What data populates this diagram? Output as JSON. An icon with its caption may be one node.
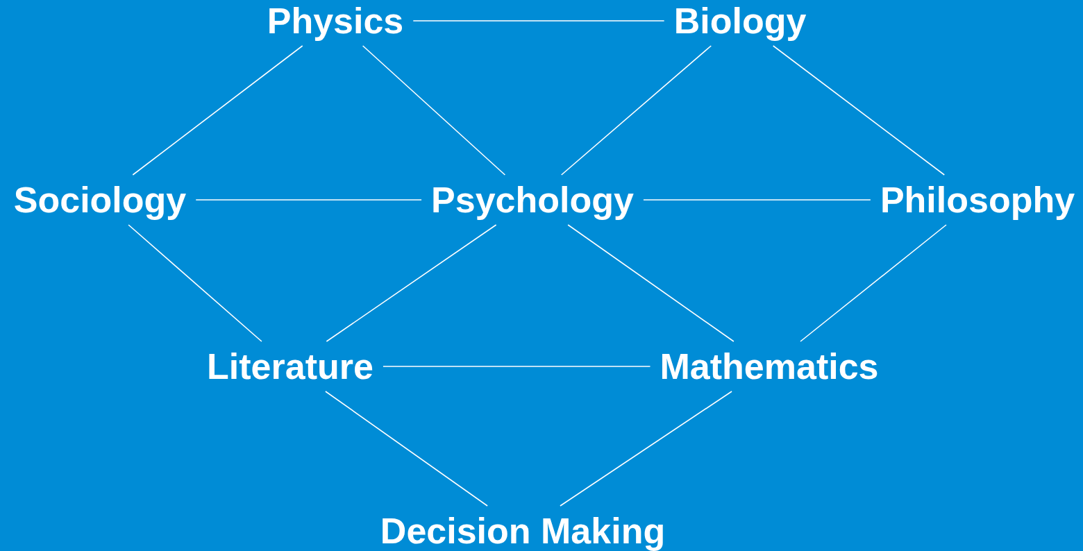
{
  "diagram": {
    "nodes": [
      {
        "text": [
          "Physics"
        ]
      },
      {
        "text": [
          "Biology"
        ]
      },
      {
        "text": [
          "Sociology"
        ]
      },
      {
        "text": [
          "Psychology"
        ]
      },
      {
        "text": [
          "Philosophy"
        ]
      },
      {
        "text": [
          "Literature"
        ]
      },
      {
        "text": [
          "Mathematics"
        ]
      },
      {
        "text": [
          "Decision Making"
        ]
      }
    ],
    "edges": [
      {
        "from": 0,
        "to": 1,
        "arrow": "none"
      },
      {
        "from": 0,
        "to": 2,
        "arrow": "none"
      },
      {
        "from": 0,
        "to": 3,
        "arrow": "none"
      },
      {
        "from": 1,
        "to": 3,
        "arrow": "none"
      },
      {
        "from": 1,
        "to": 4,
        "arrow": "none"
      },
      {
        "from": 2,
        "to": 3,
        "arrow": "none"
      },
      {
        "from": 3,
        "to": 4,
        "arrow": "none"
      },
      {
        "from": 2,
        "to": 5,
        "arrow": "none"
      },
      {
        "from": 3,
        "to": 5,
        "arrow": "none"
      },
      {
        "from": 3,
        "to": 6,
        "arrow": "none"
      },
      {
        "from": 4,
        "to": 6,
        "arrow": "none"
      },
      {
        "from": 5,
        "to": 6,
        "arrow": "none"
      },
      {
        "from": 5,
        "to": 7,
        "arrow": "none"
      },
      {
        "from": 6,
        "to": 7,
        "arrow": "none"
      }
    ]
  }
}
